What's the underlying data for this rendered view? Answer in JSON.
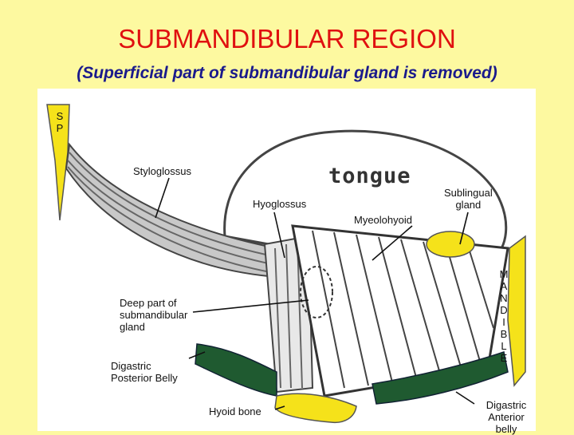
{
  "title": "SUBMANDIBULAR REGION",
  "subtitle": "(Superficial part of submandibular gland is removed)",
  "labels": {
    "sp": [
      "S",
      "P"
    ],
    "styloglossus": "Styloglossus",
    "tongue": "tongue",
    "hyoglossus": "Hyoglossus",
    "sublingual_gland": "Sublingual\ngland",
    "myeolohyoid": "Myeolohyoid",
    "mandible": [
      "M",
      "A",
      "N",
      "D",
      "I",
      "B",
      "L",
      "E"
    ],
    "deep_part": "Deep part of\nsubmandibular\ngland",
    "digastric_posterior": "Digastric\nPosterior Belly",
    "hyoid_bone": "Hyoid bone",
    "digastric_anterior": "Digastric\nAnterior belly"
  },
  "colors": {
    "background": "#fdf9a0",
    "title": "#e01010",
    "subtitle": "#1a1a8c",
    "gland": "#f5e21a",
    "muscle_green": "#1f5a30",
    "outline": "#333333"
  }
}
